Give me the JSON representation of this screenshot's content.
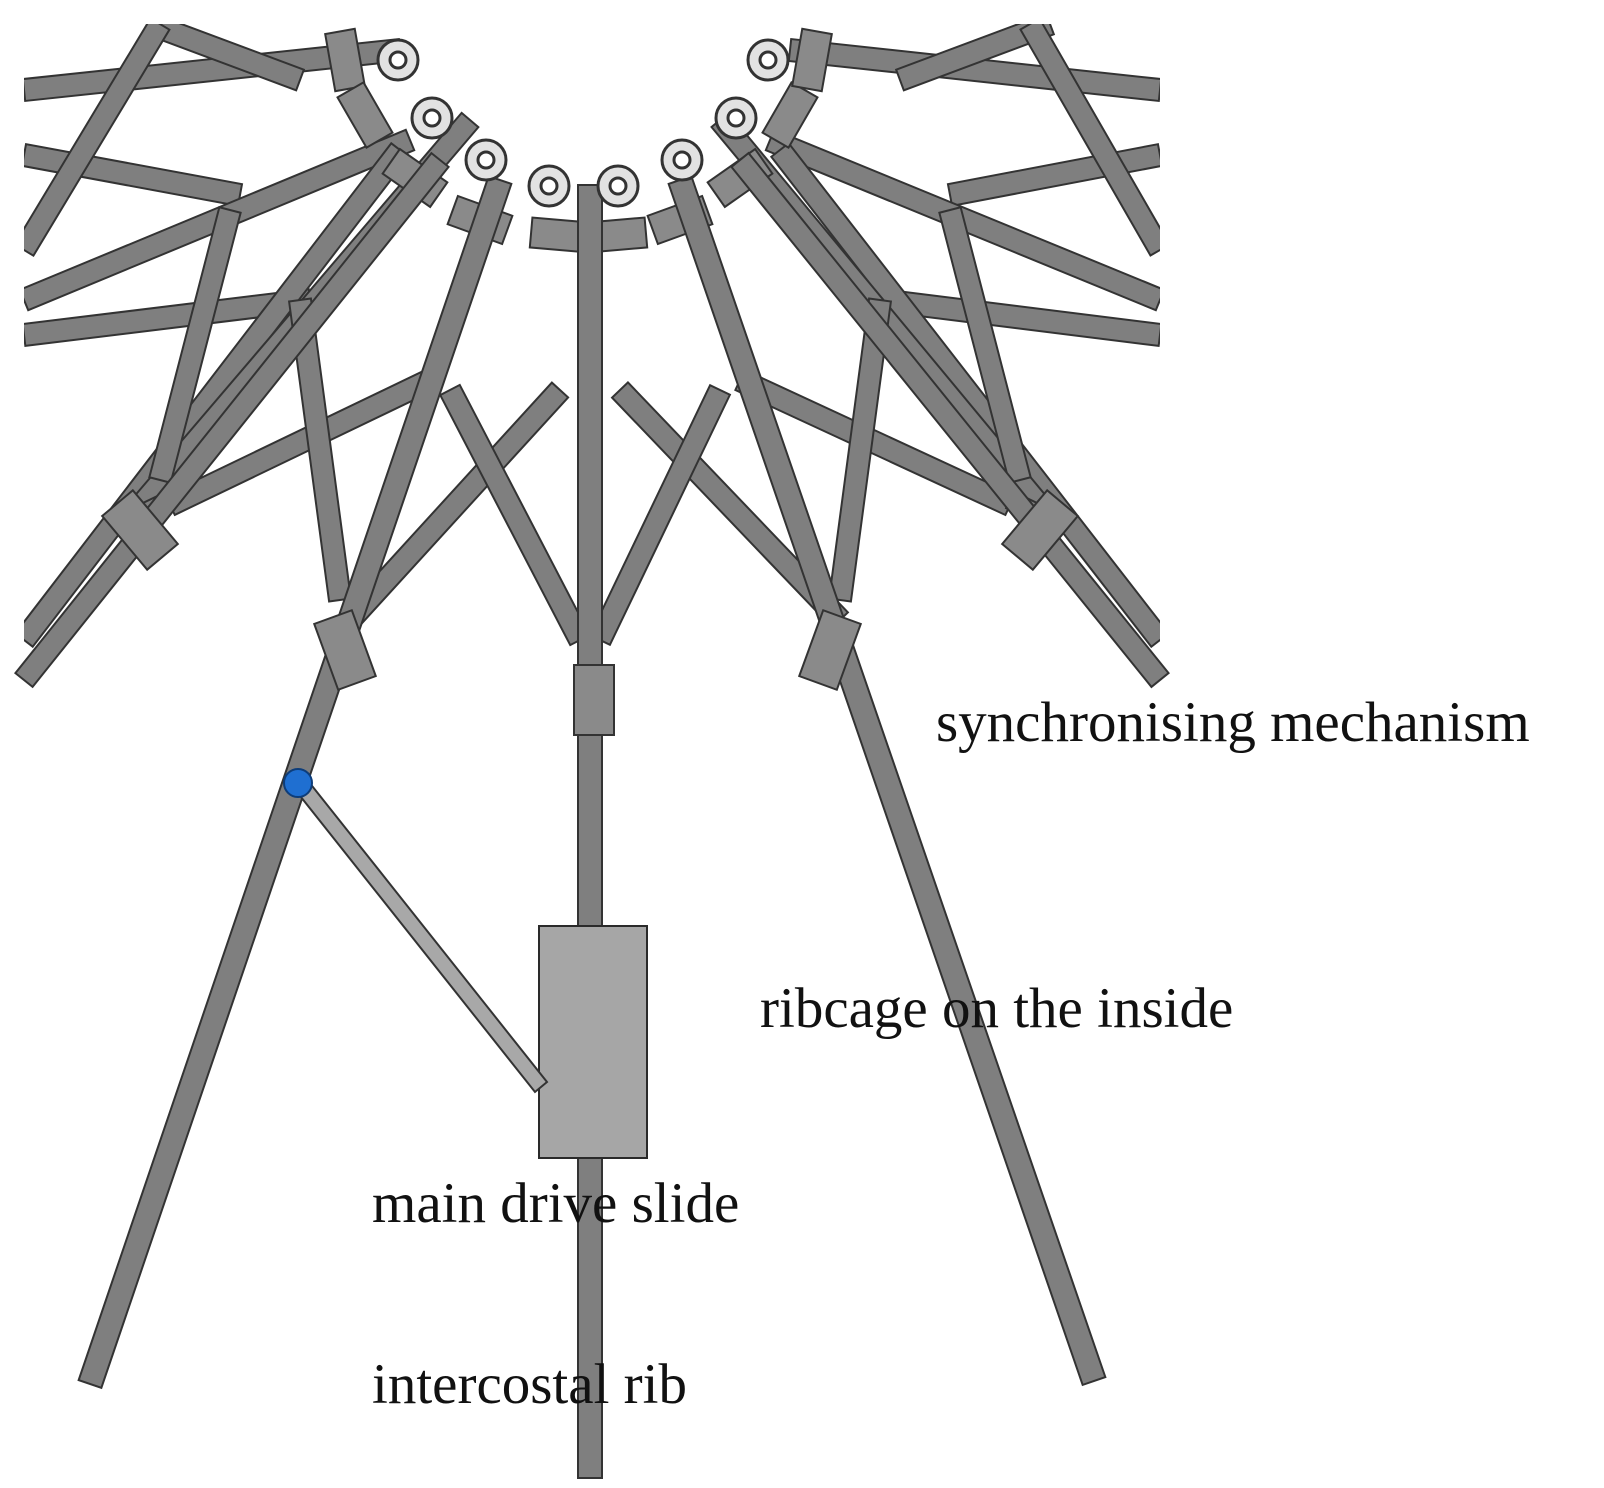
{
  "labels": {
    "synchronising_mechanism": "synchronising mechanism",
    "ribcage": "ribcage on the inside",
    "main_drive_slide": "main drive slide",
    "intercostal_rib": "intercostal rib"
  },
  "colors": {
    "bar_fill": "#7f7f7f",
    "bar_stroke": "#333333",
    "slide_fill": "#a6a6a6",
    "link_fill": "#a8a8a8",
    "pin_fill": "#1f6fd1",
    "hub_fill": "#e2e2e2"
  }
}
